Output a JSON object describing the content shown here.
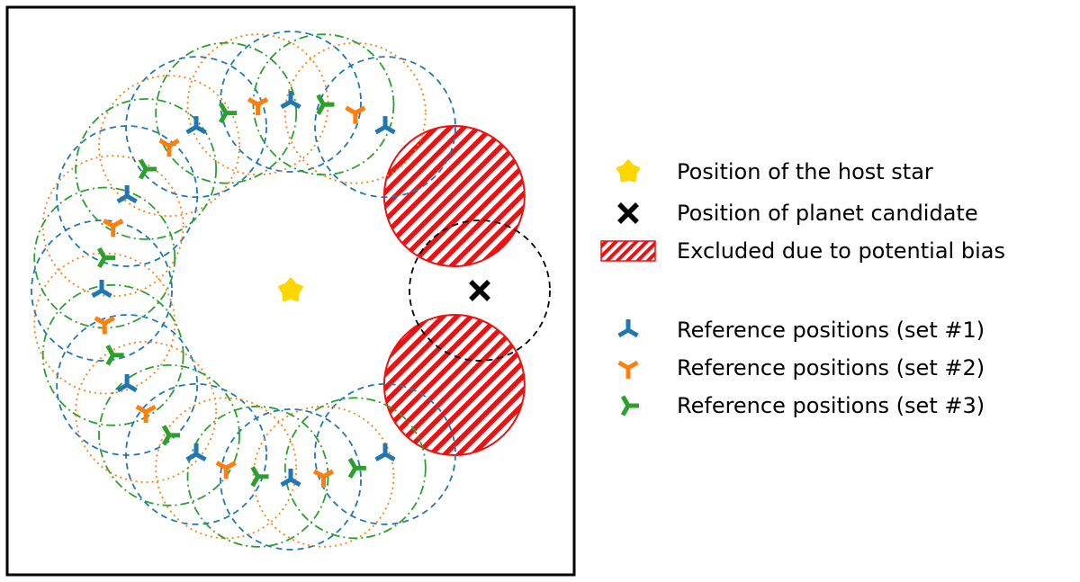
{
  "colors": {
    "set1": "#1f77b4",
    "set2": "#ff7f0e",
    "set3": "#2ca02c",
    "excluded": "#ee1111",
    "star": "#ffd700",
    "candidate": "#000000",
    "frame": "#000000"
  },
  "legend": {
    "host_star": "Position of the host star",
    "planet_candidate": "Position of planet candidate",
    "excluded": "Excluded due to potential bias",
    "set1": "Reference positions (set #1)",
    "set2": "Reference positions (set #2)",
    "set3": "Reference positions (set #3)"
  },
  "icons": {
    "host_star": "star-icon",
    "planet_candidate": "x-cross-icon",
    "excluded": "hatched-patch-icon",
    "set1": "tri-down-marker-icon",
    "set2": "tri-up-marker-icon",
    "set3": "tri-left-marker-icon"
  },
  "geometry": {
    "reference_sets": [
      {
        "key": "set1",
        "marker": "tri-down",
        "line_style": "dashed",
        "angles_deg": [
          60,
          90,
          120,
          150,
          180,
          210,
          240,
          270,
          300
        ]
      },
      {
        "key": "set2",
        "marker": "tri-up",
        "line_style": "dotted",
        "angles_deg": [
          70,
          100,
          130,
          160,
          190,
          220,
          250,
          280
        ]
      },
      {
        "key": "set3",
        "marker": "tri-left",
        "line_style": "dashdot",
        "angles_deg": [
          80,
          110,
          140,
          170,
          200,
          230,
          260,
          290
        ]
      }
    ],
    "excluded_angles_deg": [
      30,
      330
    ],
    "candidate_angle_deg": 0
  }
}
